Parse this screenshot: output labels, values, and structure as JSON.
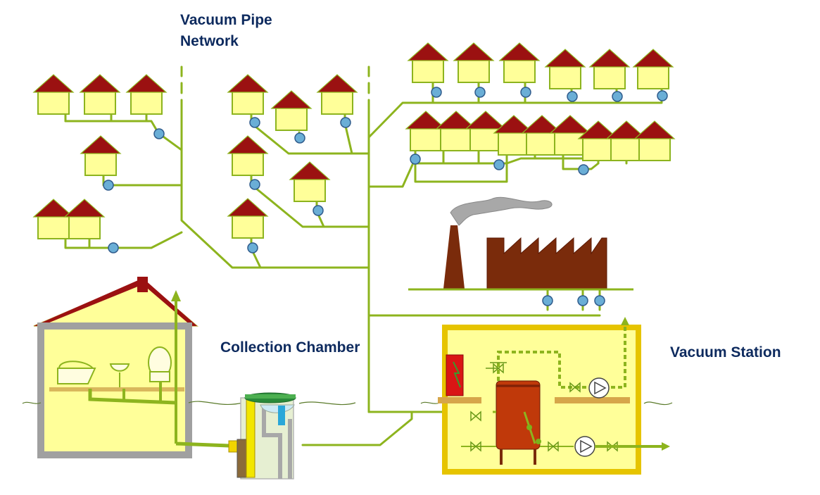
{
  "title": {
    "line1": "Vacuum Pipe",
    "line2": "Network"
  },
  "labels": {
    "collection_chamber": "Collection Chamber",
    "vacuum_station": "Vacuum Station"
  },
  "colors": {
    "pipe": "#8db41e",
    "house_wall": "#ffff99",
    "roof": "#9b1111",
    "valve": "#6aaed6",
    "factory": "#7a2b0b",
    "smoke": "#a8a8a8",
    "text": "#0d2a5e",
    "station_frame": "#e6c400",
    "tank": "#c0390a"
  }
}
